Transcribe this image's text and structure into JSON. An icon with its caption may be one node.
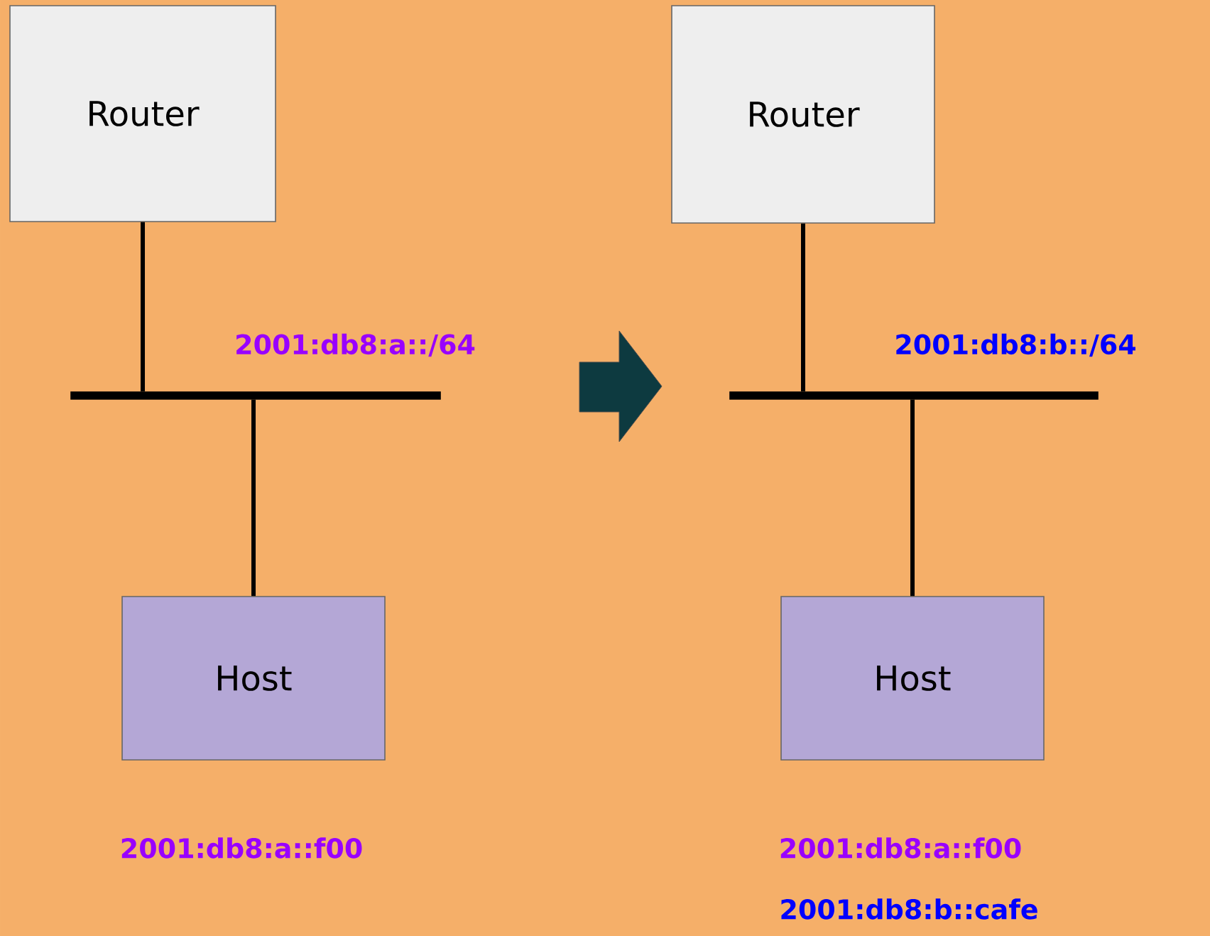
{
  "diagram": {
    "nodes": [
      {
        "text": [
          "Router"
        ]
      },
      {
        "text": [],
        "shape": "bar"
      },
      {
        "text": [
          "Host"
        ]
      },
      {
        "text": [
          "Router"
        ]
      },
      {
        "text": [],
        "shape": "bar"
      },
      {
        "text": [
          "Host"
        ]
      }
    ],
    "edges": [
      {
        "from": 0,
        "to": 1,
        "arrow": "none"
      },
      {
        "from": 1,
        "to": 2,
        "arrow": "none"
      },
      {
        "from": 3,
        "to": 4,
        "arrow": "none"
      },
      {
        "from": 4,
        "to": 5,
        "arrow": "none"
      }
    ],
    "labels": [
      "2001:db8:a::/64",
      "2001:db8:b::/64",
      "2001:db8:a::f00",
      "2001:db8:a::f00",
      "2001:db8:b::cafe"
    ]
  }
}
